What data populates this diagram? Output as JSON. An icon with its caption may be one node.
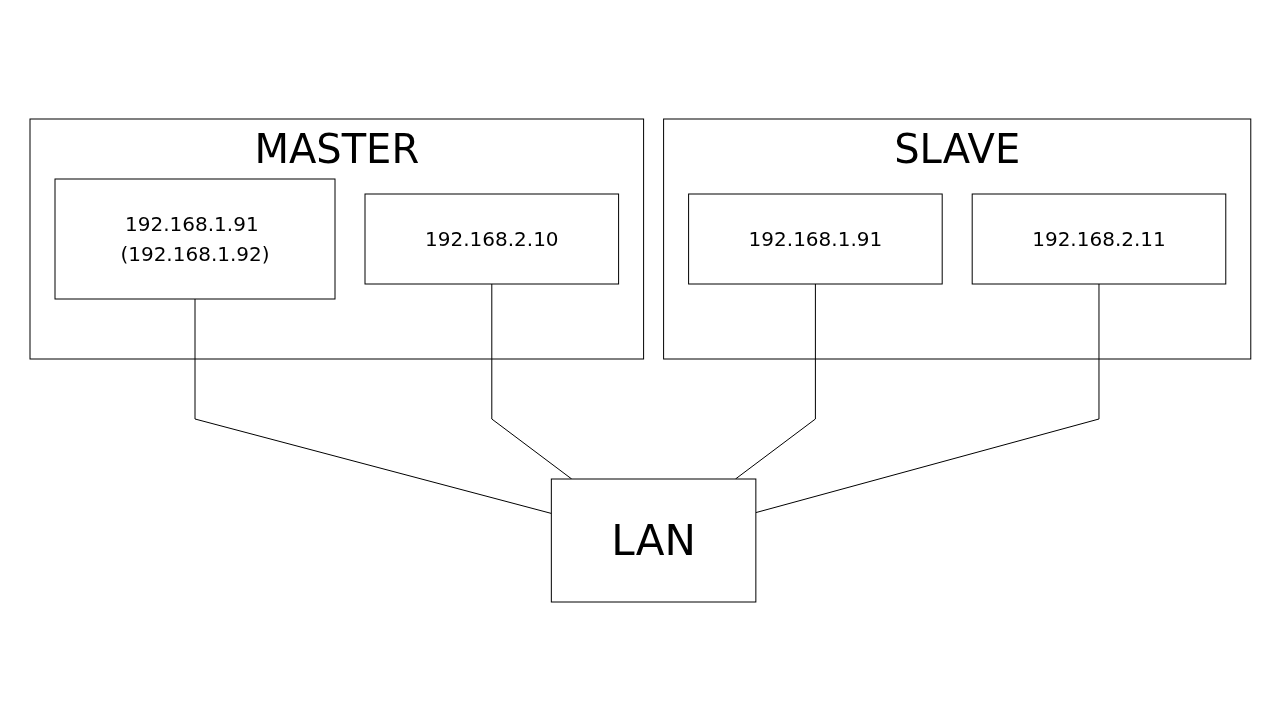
{
  "diagram": {
    "nodes": [
      {
        "text": [
          "MASTER"
        ]
      },
      {
        "text": [
          "192.168.1.91 (192.168.1.92)"
        ],
        "in": 0
      },
      {
        "text": [
          "192.168.2.10"
        ],
        "in": 0
      },
      {
        "text": [
          "SLAVE"
        ]
      },
      {
        "text": [
          "192.168.1.91"
        ],
        "in": 3
      },
      {
        "text": [
          "192.168.2.11"
        ],
        "in": 3
      },
      {
        "text": [
          "LAN"
        ]
      }
    ],
    "edges": [
      {
        "from": 1,
        "to": 6,
        "arrow": "none"
      },
      {
        "from": 2,
        "to": 6,
        "arrow": "none"
      },
      {
        "from": 4,
        "to": 6,
        "arrow": "none"
      },
      {
        "from": 5,
        "to": 6,
        "arrow": "none"
      }
    ]
  }
}
